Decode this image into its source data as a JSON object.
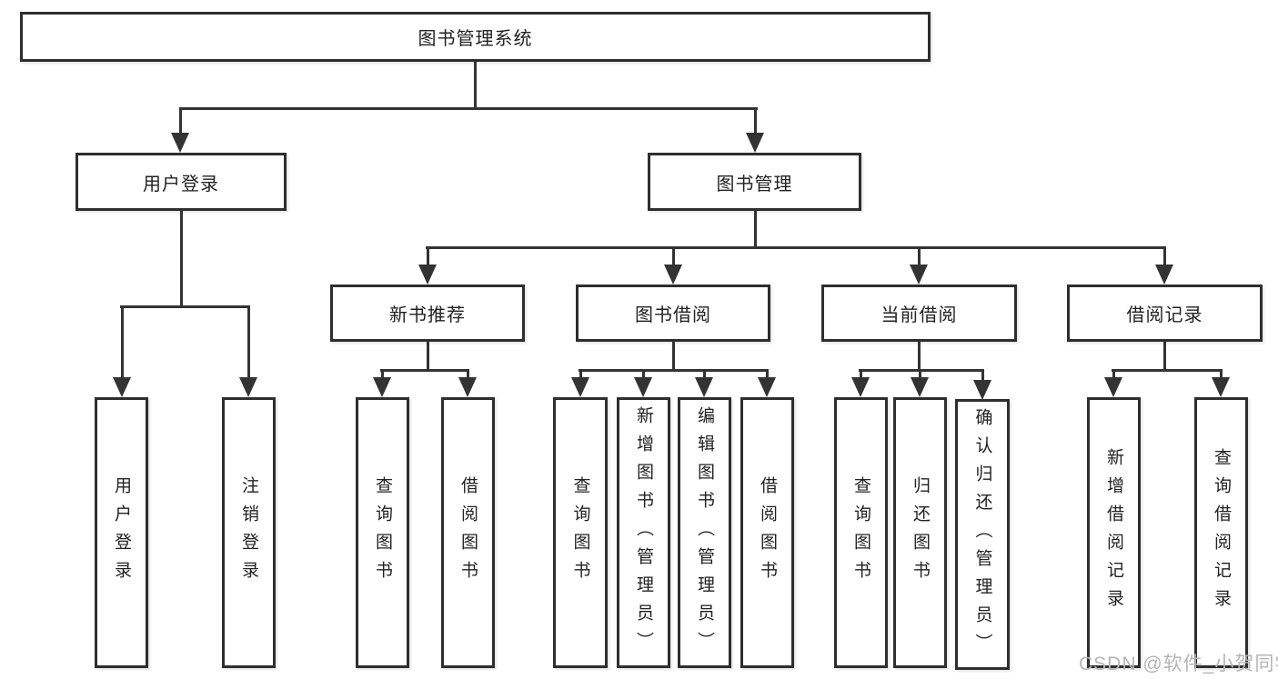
{
  "tree": {
    "root": "图书管理系统",
    "branches": [
      {
        "label": "用户登录",
        "children": [
          "用户登录",
          "注销登录"
        ]
      },
      {
        "label": "图书管理",
        "groups": [
          {
            "label": "新书推荐",
            "children": [
              "查询图书",
              "借阅图书"
            ]
          },
          {
            "label": "图书借阅",
            "children": [
              "查询图书",
              "新增图书（管理员）",
              "编辑图书（管理员）",
              "借阅图书"
            ]
          },
          {
            "label": "当前借阅",
            "children": [
              "查询图书",
              "归还图书",
              "确认归还（管理员）"
            ]
          },
          {
            "label": "借阅记录",
            "children": [
              "新增借阅记录",
              "查询借阅记录"
            ]
          }
        ]
      }
    ]
  },
  "watermark": {
    "text": "CSDN @软件_小贺同学"
  },
  "colors": {
    "line": "#333333",
    "border": "#2e2e2e",
    "text": "#222222",
    "watermark": "#b5b5b5"
  }
}
